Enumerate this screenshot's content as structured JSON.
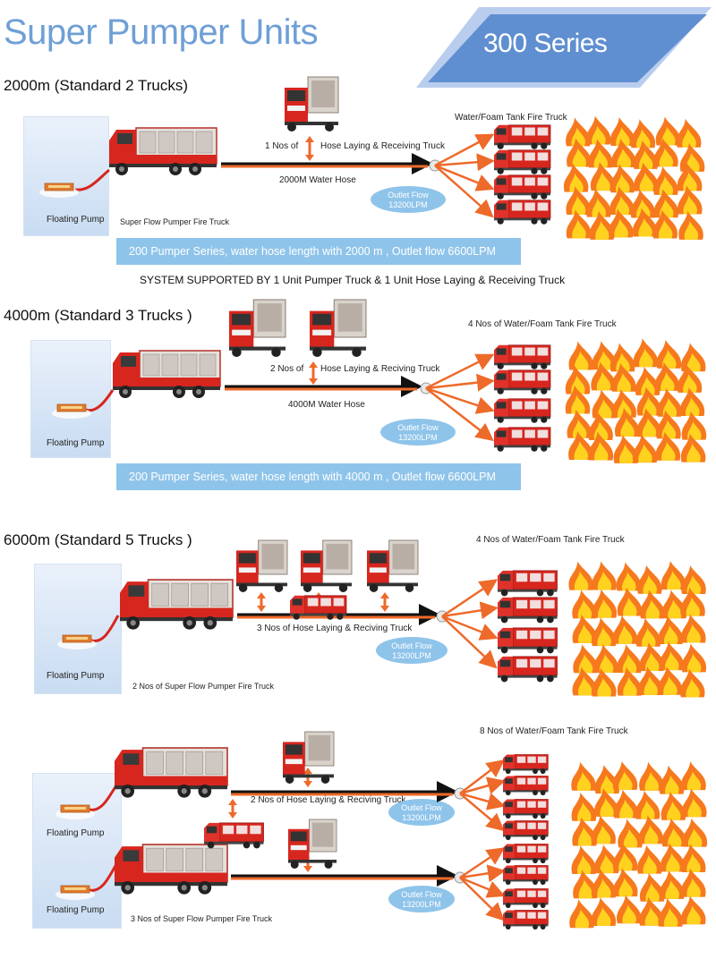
{
  "header": {
    "title": "Super Pumper Units",
    "series_label": "300 Series"
  },
  "colors": {
    "title_blue": "#6f9fd6",
    "banner_blue": "#8fc4ea",
    "hose_orange": "#ee6a2a",
    "truck_red": "#d7261e",
    "fire_orange": "#f6791e",
    "fire_yellow": "#ffd21f"
  },
  "icons": [
    "fire-truck-icon",
    "floating-pump-icon",
    "fire-flames-icon",
    "hose-splitter-icon",
    "double-arrow-icon"
  ],
  "section1": {
    "title": "2000m (Standard 2 Trucks)",
    "hose_truck_label": "1 Nos of",
    "hose_truck_name": "Hose Laying & Receiving Truck",
    "hose_label": "2000M Water Hose",
    "tank_label": "Water/Foam Tank Fire Truck",
    "pump_label": "Floating Pump",
    "pumper_label": "Super Flow Pumper Fire Truck",
    "outlet_line1": "Outlet Flow",
    "outlet_line2": "13200LPM",
    "banner": "200 Pumper Series, water hose length with  2000 m  , Outlet flow 6600LPM",
    "support": "SYSTEM SUPPORTED BY 1 Unit Pumper Truck & 1 Unit Hose Laying & Receiving Truck"
  },
  "section2": {
    "title": "4000m (Standard 3 Trucks )",
    "hose_truck_label": "2 Nos of",
    "hose_truck_name": "Hose Laying & Reciving Truck",
    "hose_label": "4000M Water Hose",
    "tank_label": "4 Nos of Water/Foam Tank Fire Truck",
    "pump_label": "Floating Pump",
    "outlet_line1": "Outlet Flow",
    "outlet_line2": "13200LPM",
    "banner": "200 Pumper Series, water hose length with  4000 m  , Outlet flow 6600LPM"
  },
  "section3": {
    "title": "6000m (Standard 5 Trucks )",
    "hose_truck_label": "3 Nos of  Hose Laying & Reciving Truck",
    "tank_label": "4 Nos of Water/Foam Tank Fire Truck",
    "pump_label": "Floating Pump",
    "pumper_label": "2 Nos of Super Flow Pumper Fire Truck",
    "outlet_line1": "Outlet Flow",
    "outlet_line2": "13200LPM"
  },
  "section4": {
    "tank_label": "8 Nos of Water/Foam Tank Fire Truck",
    "hose_truck_label": "2 Nos of  Hose Laying & Reciving Truck",
    "pump_label_top": "Floating Pump",
    "pump_label_bottom": "Floating Pump",
    "pumper_label": "3 Nos of Super Flow Pumper Fire Truck",
    "outlet_top_line1": "Outlet Flow",
    "outlet_top_line2": "13200LPM",
    "outlet_bottom_line1": "Outlet Flow",
    "outlet_bottom_line2": "13200LPM"
  }
}
